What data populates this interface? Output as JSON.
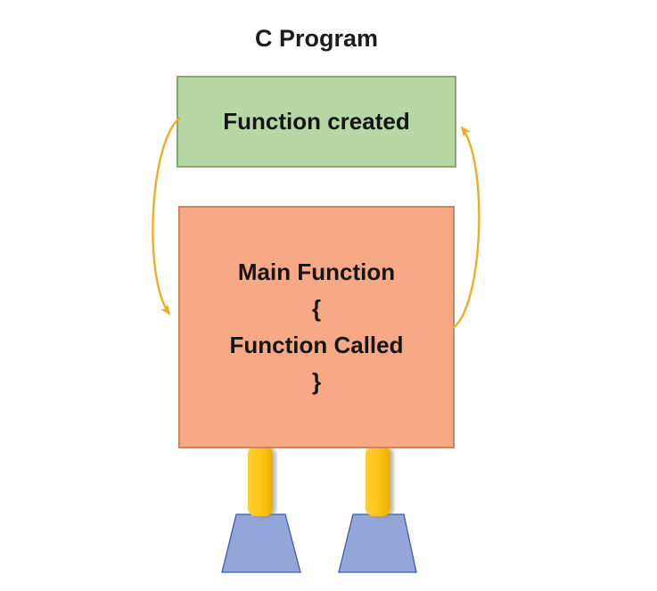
{
  "title": "C Program",
  "function_box": {
    "label": "Function created"
  },
  "main_box": {
    "lines": [
      "Main Function",
      "{",
      "Function Called",
      "}"
    ]
  },
  "colors": {
    "green_fill": "#b7d7a5",
    "green_border": "#86aa6c",
    "orange_fill": "#f7a985",
    "orange_border": "#d0835a",
    "arrow_gold": "#eead25",
    "leg_yellow": "#fdc513",
    "foot_fill": "#93a6d9",
    "foot_border": "#3f5ea1",
    "text": "#151515"
  }
}
